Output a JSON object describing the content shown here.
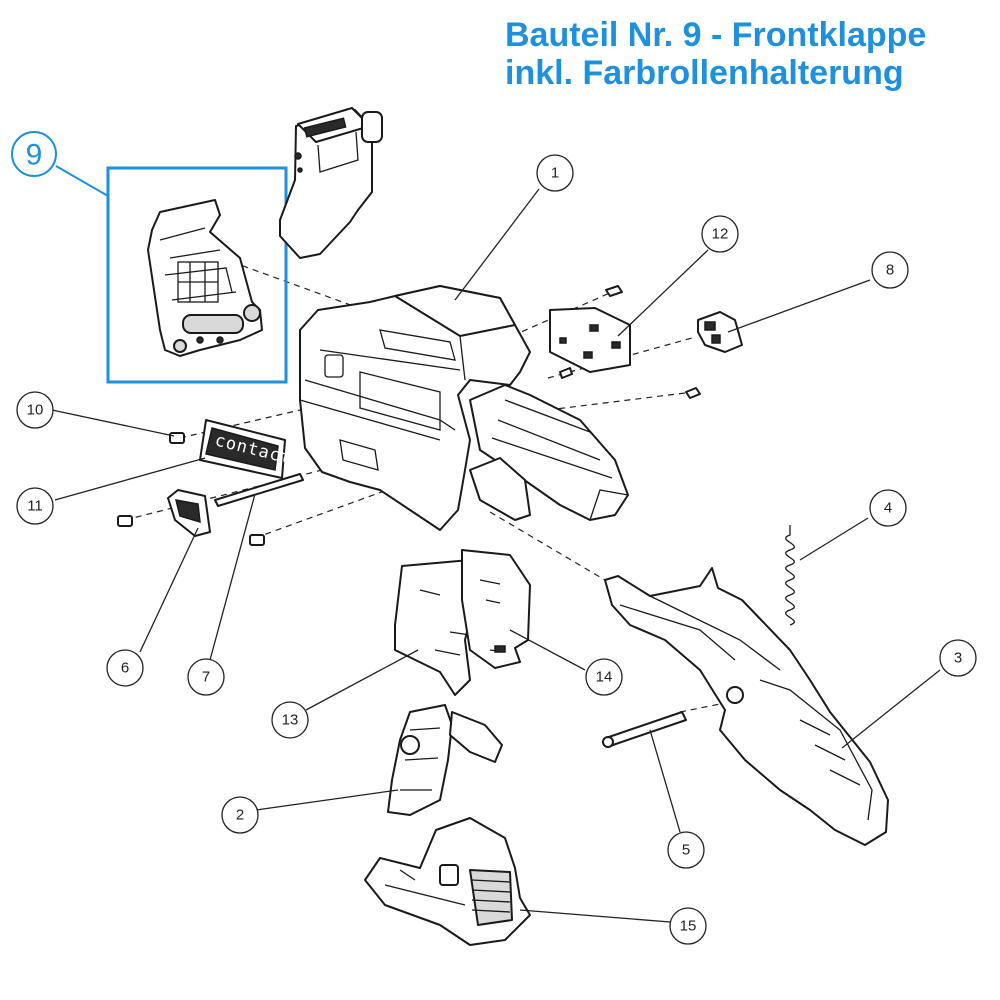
{
  "title": {
    "line1": "Bauteil Nr. 9 - Frontklappe",
    "line2": "inkl. Farbrollenhalterung"
  },
  "highlight": {
    "label": "9",
    "color": "#1e90e0"
  },
  "logo_text": "contact",
  "callouts": [
    {
      "id": "1",
      "label": "1"
    },
    {
      "id": "2",
      "label": "2"
    },
    {
      "id": "3",
      "label": "3"
    },
    {
      "id": "4",
      "label": "4"
    },
    {
      "id": "5",
      "label": "5"
    },
    {
      "id": "6",
      "label": "6"
    },
    {
      "id": "7",
      "label": "7"
    },
    {
      "id": "8",
      "label": "8"
    },
    {
      "id": "10",
      "label": "10"
    },
    {
      "id": "11",
      "label": "11"
    },
    {
      "id": "12",
      "label": "12"
    },
    {
      "id": "13",
      "label": "13"
    },
    {
      "id": "14",
      "label": "14"
    },
    {
      "id": "15",
      "label": "15"
    }
  ]
}
